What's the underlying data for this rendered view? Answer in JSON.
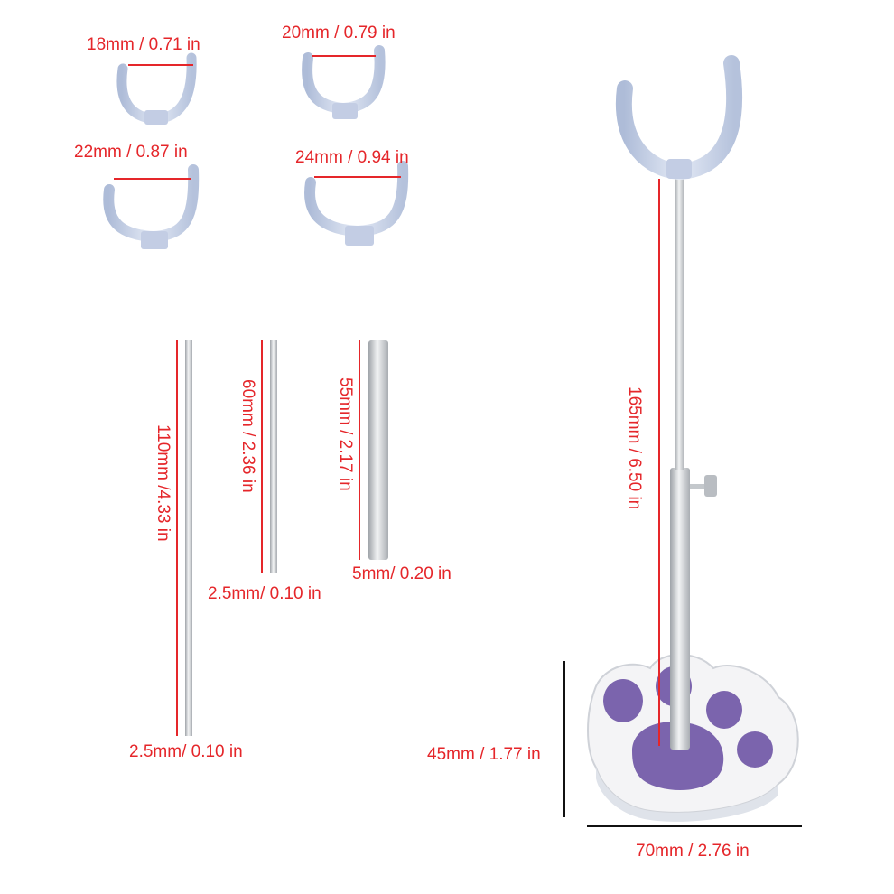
{
  "colors": {
    "dimension_text": "#e5262a",
    "dimension_line": "#e5262a",
    "black_dimension_line": "#111111",
    "clip_plastic": "#c9d4ea",
    "rod_metal": "#c4c8cc",
    "paw_pad": "#7b64ad",
    "base_white": "#f5f5f6"
  },
  "labels": {
    "clip_18": "18mm / 0.71 in",
    "clip_20": "20mm / 0.79 in",
    "clip_22": "22mm / 0.87 in",
    "clip_24": "24mm / 0.94 in",
    "rod_110_len": "110mm /4.33 in",
    "rod_110_dia": "2.5mm/ 0.10 in",
    "rod_60_len": "60mm / 2.36 in",
    "rod_60_dia": "2.5mm/ 0.10 in",
    "tube_55_len": "55mm / 2.17 in",
    "tube_55_dia": "5mm/ 0.20 in",
    "stand_height": "165mm / 6.50 in",
    "base_height": "45mm / 1.77 in",
    "base_width": "70mm / 2.76 in"
  }
}
